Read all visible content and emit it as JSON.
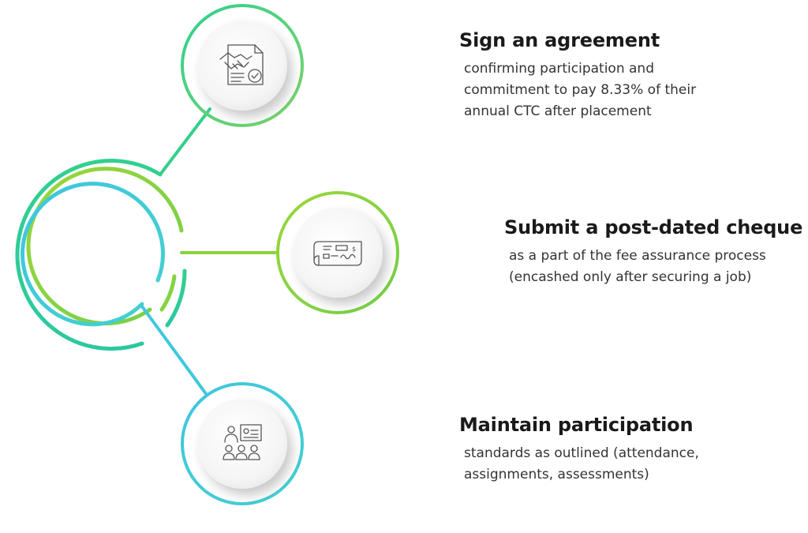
{
  "steps": [
    {
      "title": "Sign an agreement",
      "description_lines": [
        "confirming participation and",
        "commitment to pay 8.33% of their",
        "annual CTC after placement"
      ],
      "icon": "signed-agreement-handshake-icon",
      "ring_color": "#3ecf8e"
    },
    {
      "title": "Submit a post-dated cheque",
      "description_lines": [
        "as a part of the fee assurance process",
        "(encashed only after securing a job)"
      ],
      "icon": "cheque-icon",
      "ring_color": "#8cd23c"
    },
    {
      "title": "Maintain participation",
      "description_lines": [
        "standards as outlined (attendance,",
        "assignments, assessments)"
      ],
      "icon": "presentation-audience-icon",
      "ring_color": "#3cc8dc"
    }
  ]
}
